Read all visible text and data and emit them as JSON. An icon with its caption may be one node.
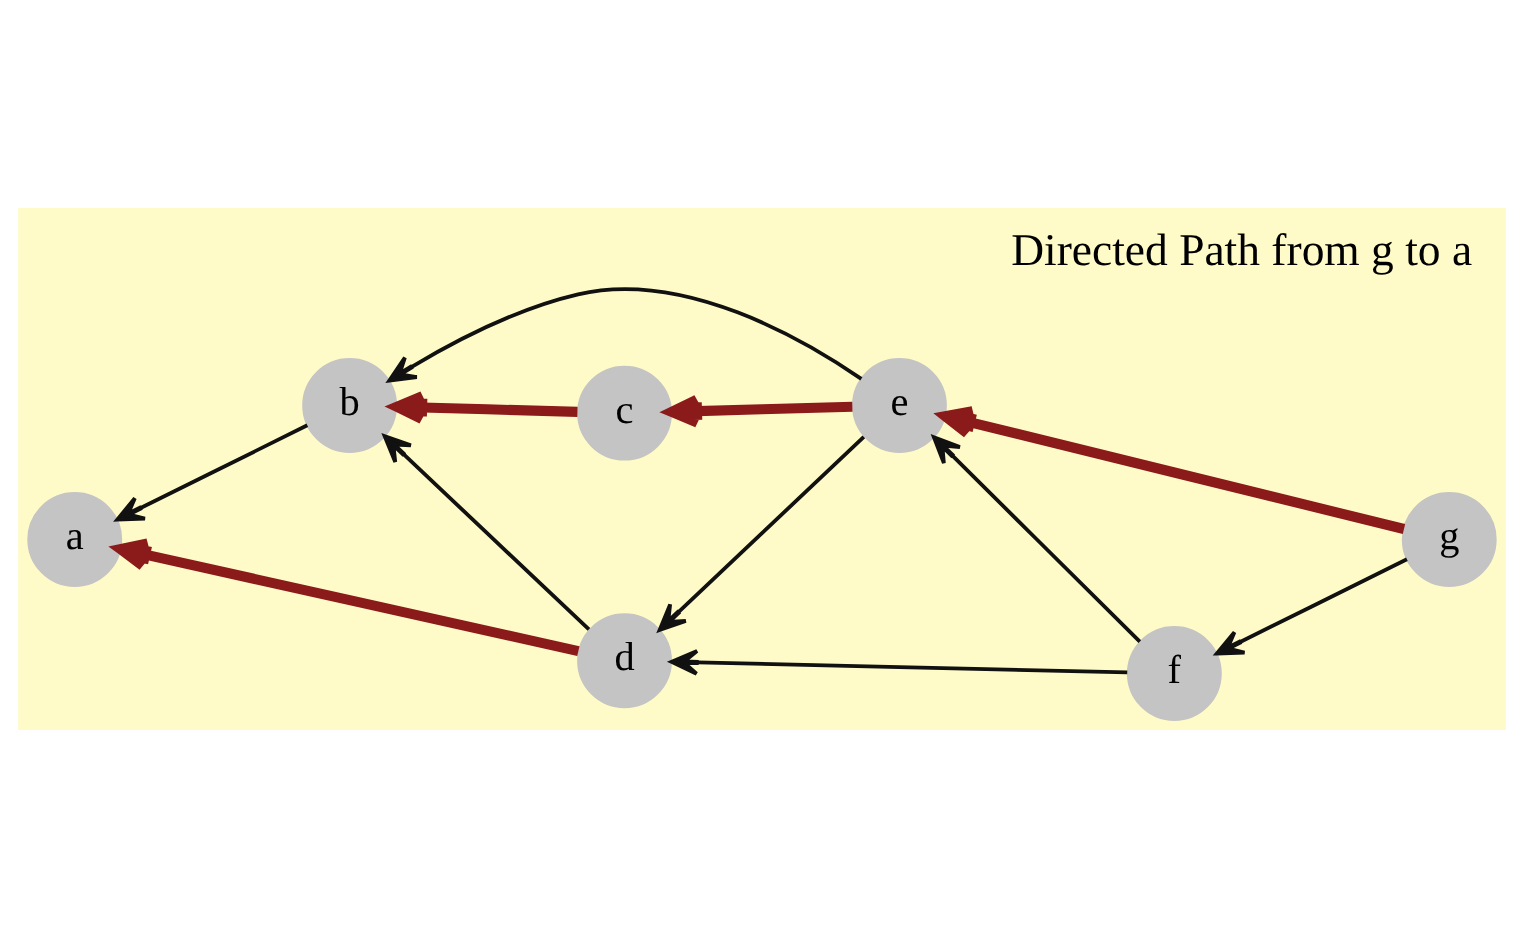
{
  "diagram": {
    "title": "Directed Path from g to a",
    "nodes": [
      {
        "text": [
          "a"
        ]
      },
      {
        "text": [
          "b"
        ]
      },
      {
        "text": [
          "c"
        ]
      },
      {
        "text": [
          "d"
        ]
      },
      {
        "text": [
          "e"
        ]
      },
      {
        "text": [
          "f"
        ]
      },
      {
        "text": [
          "g"
        ]
      }
    ],
    "edges": [
      {
        "from": 1,
        "to": 0,
        "arrow": "to"
      },
      {
        "from": 3,
        "to": 0,
        "arrow": "to",
        "style": "thick",
        "color": "#8b1a1a"
      },
      {
        "from": 2,
        "to": 1,
        "arrow": "to",
        "style": "thick",
        "color": "#8b1a1a"
      },
      {
        "from": 3,
        "to": 1,
        "arrow": "to"
      },
      {
        "from": 4,
        "to": 1,
        "arrow": "to"
      },
      {
        "from": 4,
        "to": 2,
        "arrow": "to",
        "style": "thick",
        "color": "#8b1a1a"
      },
      {
        "from": 4,
        "to": 3,
        "arrow": "to"
      },
      {
        "from": 5,
        "to": 3,
        "arrow": "to"
      },
      {
        "from": 5,
        "to": 4,
        "arrow": "to"
      },
      {
        "from": 6,
        "to": 4,
        "arrow": "to",
        "style": "thick",
        "color": "#8b1a1a"
      },
      {
        "from": 6,
        "to": 5,
        "arrow": "to"
      }
    ]
  }
}
